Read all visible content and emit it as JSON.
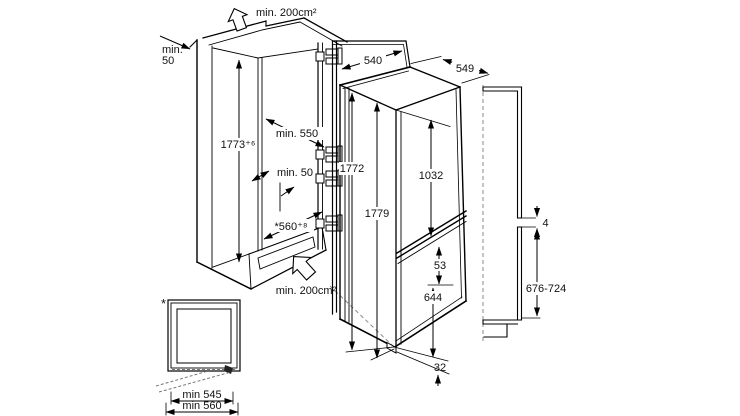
{
  "diagram": {
    "title": "built-in fridge-freezer installation dimensions",
    "colors": {
      "line": "#000000",
      "text": "#111111",
      "dashed_line": "#8a8a8a",
      "background": "#ffffff"
    },
    "niche": {
      "top_vent": "min. 200cm²",
      "top_clearance_line1": "min.",
      "top_clearance_line2": "50",
      "inner_height": "1773⁺⁶",
      "depth": "min. 550",
      "rear_gap": "min. 50",
      "inner_width": "*560⁺⁸",
      "bottom_vent": "min. 200cm²"
    },
    "appliance": {
      "width": "540",
      "depth": "549",
      "height": "1772",
      "height_overall": "1779",
      "upper_door": "1032",
      "door_gap": "53",
      "lower_door": "644",
      "plinth": "32"
    },
    "door_panel": {
      "gap": "4",
      "lower_panel_range": "676-724"
    },
    "plan_view": {
      "footnote_marker": "*",
      "width_min_inner": "min 545",
      "width_min_outer": "min 560"
    }
  }
}
